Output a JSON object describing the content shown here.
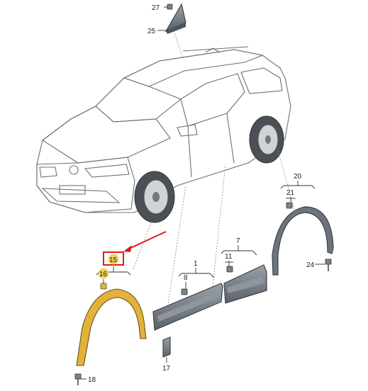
{
  "callouts": {
    "c27": "27",
    "c25": "25",
    "c20": "20",
    "c21": "21",
    "c24": "24",
    "c7": "7",
    "c11": "11",
    "c1": "1",
    "c8": "8",
    "c15": "15",
    "c16": "16",
    "c17": "17",
    "c18": "18"
  },
  "colors": {
    "highlight_part": "#e2b33a",
    "highlight_badge": "#f1d25f",
    "selection_box": "#e01919",
    "part_grey": "#6d747b",
    "car_body": "#e9ecef"
  },
  "selected_callout": "15"
}
